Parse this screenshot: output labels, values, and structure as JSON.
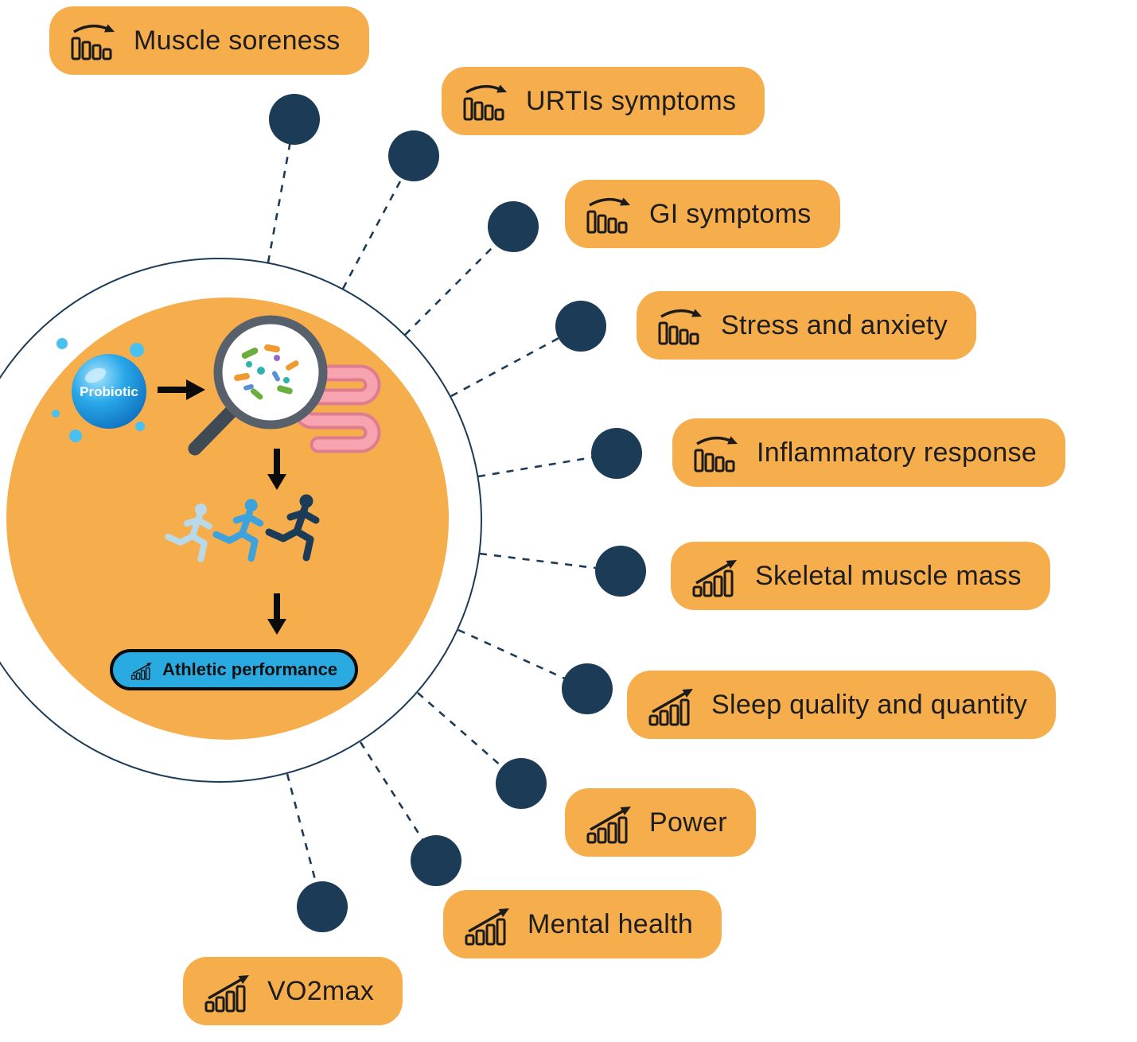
{
  "center": {
    "probiotic_label": "Probiotic",
    "performance_badge": "Athletic performance"
  },
  "outcomes": [
    {
      "label": "Muscle soreness",
      "trend": "decrease"
    },
    {
      "label": "URTIs symptoms",
      "trend": "decrease"
    },
    {
      "label": "GI symptoms",
      "trend": "decrease"
    },
    {
      "label": "Stress and anxiety",
      "trend": "decrease"
    },
    {
      "label": "Inflammatory response",
      "trend": "decrease"
    },
    {
      "label": "Skeletal muscle mass",
      "trend": "increase"
    },
    {
      "label": "Sleep quality and quantity",
      "trend": "increase"
    },
    {
      "label": "Power",
      "trend": "increase"
    },
    {
      "label": "Mental health",
      "trend": "increase"
    },
    {
      "label": "VO2max",
      "trend": "increase"
    }
  ],
  "icons": {
    "decrease": "declining-bar-chart-with-down-arrow",
    "increase": "rising-bar-chart-with-up-arrow"
  },
  "colors": {
    "pill_bg": "#f6ae4d",
    "circle_fill": "#f6ae4d",
    "dot": "#1c3b57",
    "badge_bg": "#29abe2",
    "runner_light": "#b9d9e9",
    "runner_mid": "#3ea2dc",
    "runner_dark": "#1c3b57",
    "intestine_pink": "#f7a3b0",
    "probiotic_blue": "#29a8e8"
  }
}
